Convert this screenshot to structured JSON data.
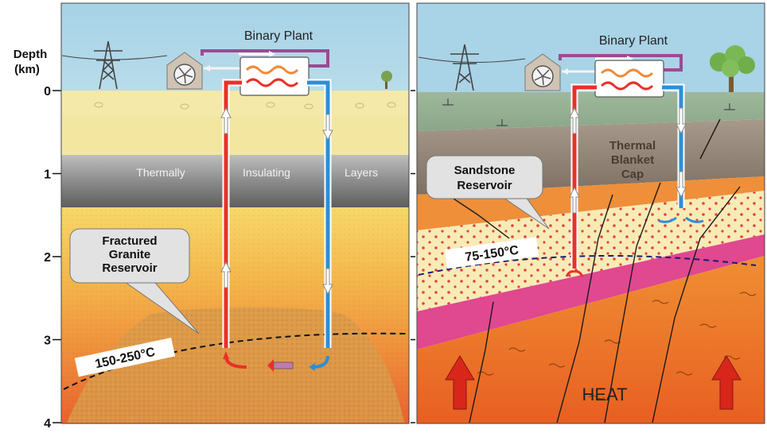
{
  "axis": {
    "title_line1": "Depth",
    "title_line2": "(km)",
    "ticks": [
      {
        "label": "0",
        "km": 0
      },
      {
        "label": "1",
        "km": 1
      },
      {
        "label": "2",
        "km": 2
      },
      {
        "label": "3",
        "km": 3
      },
      {
        "label": "4",
        "km": 4
      }
    ]
  },
  "left_panel": {
    "plant_title": "Binary Plant",
    "layer_words": [
      "Thermally",
      "Insulating",
      "Layers"
    ],
    "reservoir_callout": [
      "Fractured",
      "Granite",
      "Reservoir"
    ],
    "temperature_label": "150-250°C"
  },
  "right_panel": {
    "plant_title": "Binary Plant",
    "cap_label": [
      "Thermal",
      "Blanket",
      "Cap"
    ],
    "reservoir_callout": [
      "Sandstone",
      "Reservoir"
    ],
    "temperature_label": "75-150°C",
    "heat_label": "HEAT"
  },
  "colors": {
    "sky": "#a9d3e6",
    "hot_pipe": "#e8312a",
    "cold_pipe": "#2b8fd8",
    "pink_layer": "#e0488f",
    "heat_arrow": "#d8261b"
  }
}
